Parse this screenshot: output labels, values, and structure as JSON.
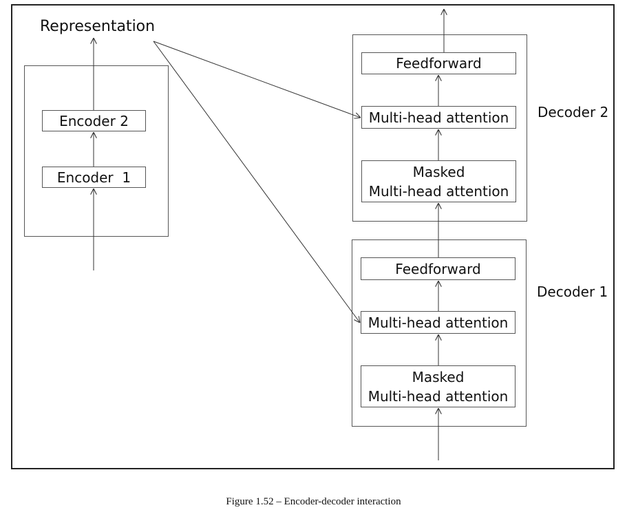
{
  "representation_label": "Representation",
  "encoder_stack": {
    "encoder_1": "Encoder  1",
    "encoder_2": "Encoder 2"
  },
  "decoder_2": {
    "label": "Decoder 2",
    "feedforward": "Feedforward",
    "multihead": "Multi-head attention",
    "masked_line1": "Masked",
    "masked_line2": "Multi-head attention"
  },
  "decoder_1": {
    "label": "Decoder 1",
    "feedforward": "Feedforward",
    "multihead": "Multi-head attention",
    "masked_line1": "Masked",
    "masked_line2": "Multi-head attention"
  },
  "caption": "Figure 1.52 – Encoder-decoder interaction"
}
